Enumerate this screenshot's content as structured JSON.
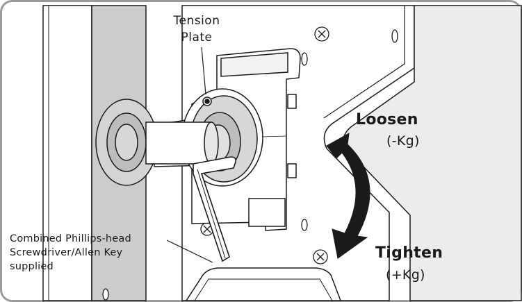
{
  "labels": {
    "tension_plate_line1": "Tension",
    "tension_plate_line2": "Plate",
    "tool_line1": "Combined Phillips-head",
    "tool_line2": "Screwdriver/Allen Key",
    "tool_line3": "supplied",
    "loosen": "Loosen",
    "loosen_unit": "(-Kg)",
    "tighten": "Tighten",
    "tighten_unit": "(+Kg)"
  },
  "colors": {
    "line": "#1a1a1a",
    "frame_border": "#9a9a9a",
    "shading": "#c8c8c8",
    "light_shading": "#e6e6e6",
    "arrow": "#1a1a1a"
  },
  "icons": [
    "phillips-screw-icon",
    "allen-key-icon",
    "rotation-arrow-icon"
  ]
}
